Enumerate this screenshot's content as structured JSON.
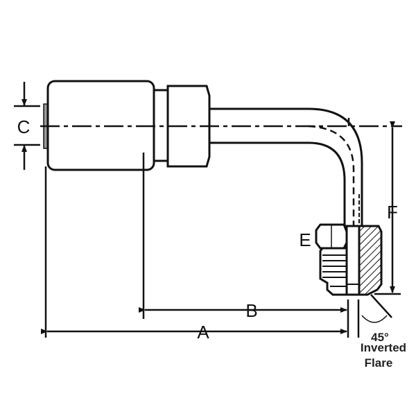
{
  "diagram": {
    "labels": {
      "a": "A",
      "b": "B",
      "c": "C",
      "e": "E",
      "f": "F"
    },
    "angle_note": "45°",
    "flare_note_line1": "Inverted",
    "flare_note_line2": "Flare"
  },
  "colors": {
    "line": "#111111",
    "lip": "#9a9a9a"
  }
}
